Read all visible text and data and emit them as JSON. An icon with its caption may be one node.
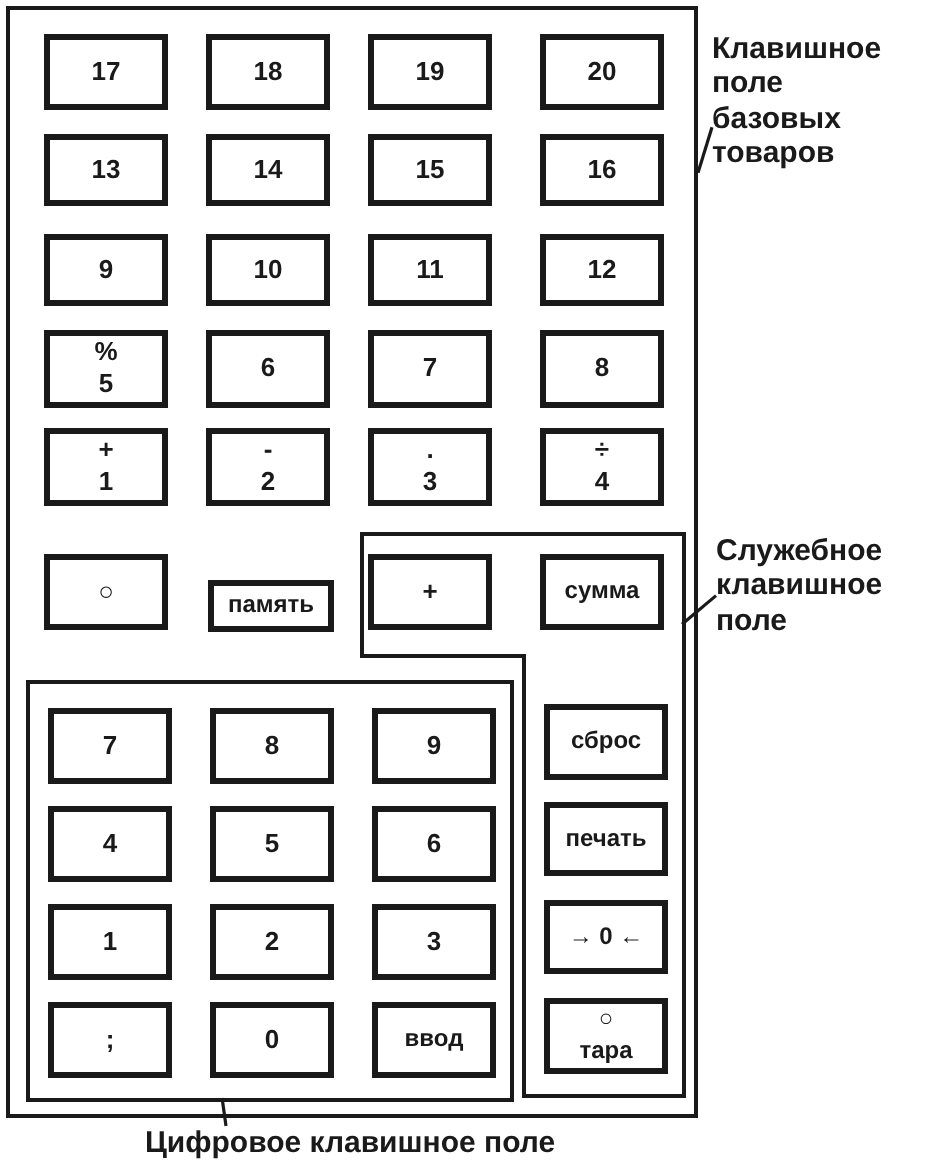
{
  "diagram": {
    "nodes": [
      {
        "text": [],
        "shape": "box"
      },
      {
        "text": [
          "17"
        ],
        "in": 0
      },
      {
        "text": [
          "18"
        ],
        "in": 0
      },
      {
        "text": [
          "19"
        ],
        "in": 0
      },
      {
        "text": [
          "20"
        ],
        "in": 0
      },
      {
        "text": [
          "13"
        ],
        "in": 0
      },
      {
        "text": [
          "14"
        ],
        "in": 0
      },
      {
        "text": [
          "15"
        ],
        "in": 0
      },
      {
        "text": [
          "16"
        ],
        "in": 0
      },
      {
        "text": [
          "9"
        ],
        "in": 0
      },
      {
        "text": [
          "10"
        ],
        "in": 0
      },
      {
        "text": [
          "11"
        ],
        "in": 0
      },
      {
        "text": [
          "12"
        ],
        "in": 0
      },
      {
        "text": [
          "%",
          "5"
        ],
        "in": 0
      },
      {
        "text": [
          "6"
        ],
        "in": 0
      },
      {
        "text": [
          "7"
        ],
        "in": 0
      },
      {
        "text": [
          "8"
        ],
        "in": 0
      },
      {
        "text": [
          "+",
          "1"
        ],
        "in": 0
      },
      {
        "text": [
          "-",
          "2"
        ],
        "in": 0
      },
      {
        "text": [
          ".",
          "3"
        ],
        "in": 0
      },
      {
        "text": [
          "÷",
          "4"
        ],
        "in": 0
      },
      {
        "text": [
          "○"
        ],
        "in": 0
      },
      {
        "text": [
          "память"
        ],
        "in": 0
      },
      {
        "text": [],
        "shape": "box",
        "in": 0
      },
      {
        "text": [
          "+"
        ],
        "in": 23
      },
      {
        "text": [
          "сумма"
        ],
        "in": 23
      },
      {
        "text": [],
        "shape": "box",
        "in": 0
      },
      {
        "text": [
          "7"
        ],
        "in": 26
      },
      {
        "text": [
          "8"
        ],
        "in": 26
      },
      {
        "text": [
          "9"
        ],
        "in": 26
      },
      {
        "text": [
          "4"
        ],
        "in": 26
      },
      {
        "text": [
          "5"
        ],
        "in": 26
      },
      {
        "text": [
          "6"
        ],
        "in": 26
      },
      {
        "text": [
          "1"
        ],
        "in": 26
      },
      {
        "text": [
          "2"
        ],
        "in": 26
      },
      {
        "text": [
          "3"
        ],
        "in": 26
      },
      {
        "text": [
          ";"
        ],
        "in": 26
      },
      {
        "text": [
          "0"
        ],
        "in": 26
      },
      {
        "text": [
          "ввод"
        ],
        "in": 26
      },
      {
        "text": [
          "сброс"
        ],
        "in": 23
      },
      {
        "text": [
          "печать"
        ],
        "in": 23
      },
      {
        "text": [
          "→ 0 ←"
        ],
        "in": 23
      },
      {
        "text": [
          "○",
          "тара"
        ],
        "in": 23
      },
      {
        "text": [
          "Клавишное поле базовых товаров"
        ]
      },
      {
        "text": [
          "Служебное клавишное поле"
        ]
      },
      {
        "text": [
          "Цифровое клавишное поле"
        ]
      }
    ],
    "edges": [
      {
        "from": 43,
        "to": 0,
        "arrow": "none"
      },
      {
        "from": 44,
        "to": 23,
        "arrow": "none"
      },
      {
        "from": 45,
        "to": 26,
        "arrow": "none"
      }
    ]
  }
}
